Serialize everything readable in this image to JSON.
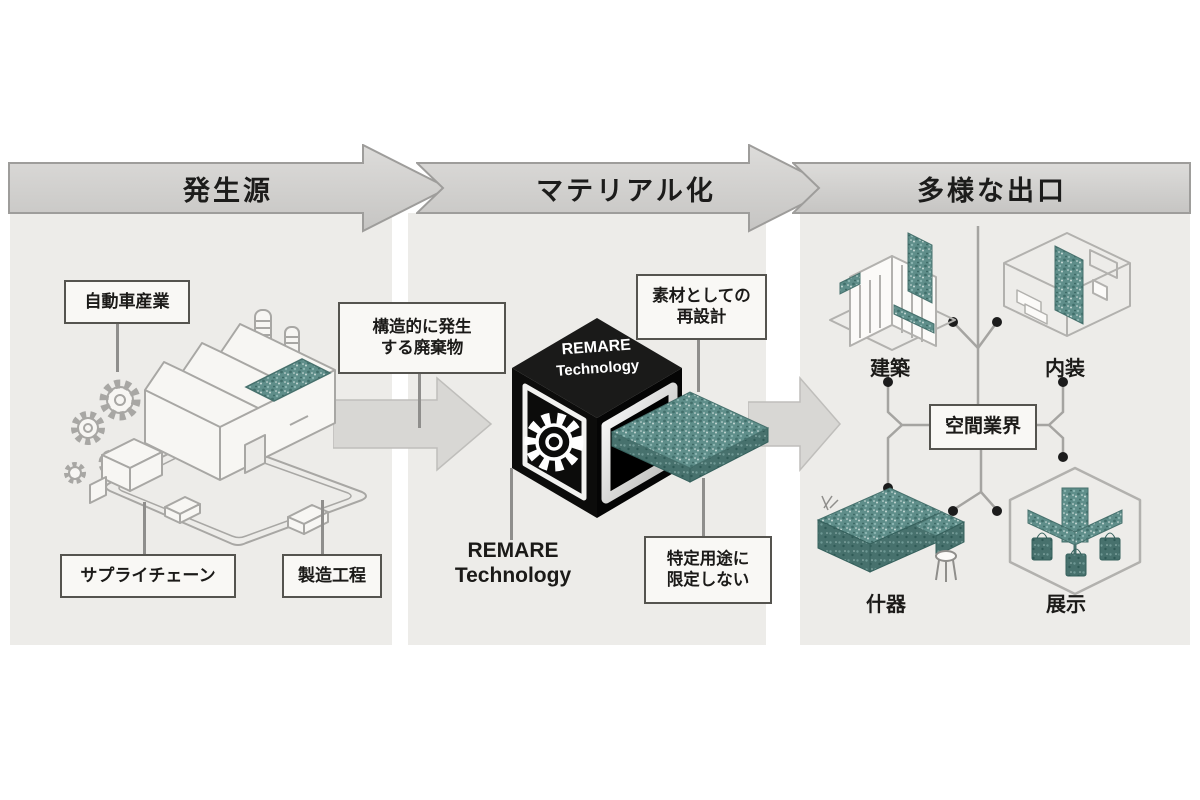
{
  "flow_headers": {
    "source": "発生源",
    "materialize": "マテリアル化",
    "outlets": "多様な出口"
  },
  "source_panel": {
    "industry": "自動車産業",
    "supply_chain": "サプライチェーン",
    "manufacturing": "製造工程"
  },
  "material_panel": {
    "waste": {
      "line1": "構造的に発生",
      "line2": "する廃棄物"
    },
    "cube": {
      "line1": "REMARE",
      "line2": "Technology"
    },
    "caption": {
      "line1": "REMARE",
      "line2": "Technology"
    },
    "redesign": {
      "line1": "素材としての",
      "line2": "再設計"
    },
    "not_limited": {
      "line1": "特定用途に",
      "line2": "限定しない"
    }
  },
  "outlet_panel": {
    "hub": "空間業界",
    "architecture": "建築",
    "interior": "内装",
    "fixtures": "什器",
    "exhibition": "展示"
  },
  "colors": {
    "accent_teal": "#5f8e8a",
    "panel_bg": "#edece9",
    "header_fill": "#d3d2d0",
    "arrow_fill": "#d8d7d4",
    "cube_black": "#111111",
    "connector_gray": "#a5a4a1",
    "dot_black": "#1c1c1c"
  }
}
